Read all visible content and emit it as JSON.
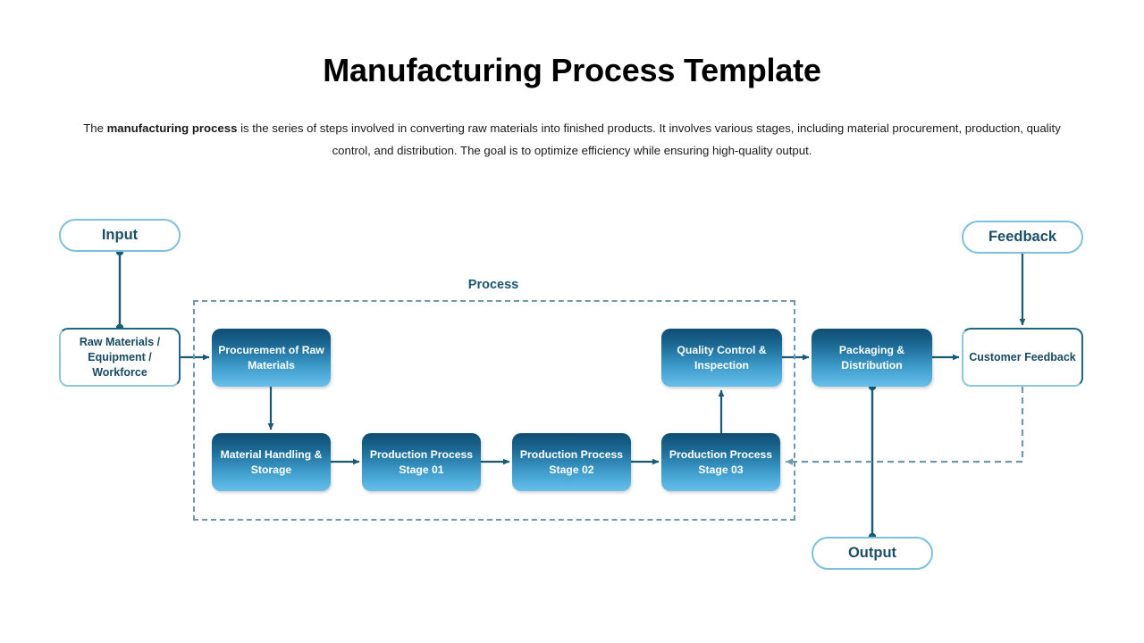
{
  "page": {
    "title": "Manufacturing Process Template",
    "description_prefix": "The ",
    "description_bold": "manufacturing process",
    "description_suffix": " is the series of steps involved in converting raw materials into finished products. It involves various stages, including material procurement, production, quality control, and distribution. The goal is to optimize efficiency while ensuring high-quality output."
  },
  "colors": {
    "title_text": "#000000",
    "body_text": "#1a1a1a",
    "accent_dark": "#17495f",
    "accent_teal": "#1c6885",
    "accent_light_border": "#8fc6dd",
    "pill_border": "#7cc0dd",
    "dashed_container": "#6d98ae",
    "connector": "#1b5a76",
    "feedback_dashed": "#6d98ae",
    "gradient_top": "#0f4d73",
    "gradient_bottom": "#68c0ea"
  },
  "pills": [
    {
      "id": "input",
      "label": "Input"
    },
    {
      "id": "feedback",
      "label": "Feedback"
    },
    {
      "id": "output",
      "label": "Output"
    }
  ],
  "outline_boxes": [
    {
      "id": "raw-materials",
      "label": "Raw Materials / Equipment / Workforce"
    },
    {
      "id": "customer-feedback",
      "label": "Customer Feedback"
    }
  ],
  "process_group": {
    "label": "Process",
    "steps": [
      {
        "id": "procurement",
        "label": "Procurement of Raw Materials"
      },
      {
        "id": "material-handling",
        "label": "Material Handling & Storage"
      },
      {
        "id": "stage-01",
        "label": "Production Process Stage 01"
      },
      {
        "id": "stage-02",
        "label": "Production Process Stage 02"
      },
      {
        "id": "stage-03",
        "label": "Production Process Stage 03"
      },
      {
        "id": "quality-control",
        "label": "Quality Control & Inspection"
      }
    ]
  },
  "downstream": [
    {
      "id": "packaging",
      "label": "Packaging & Distribution"
    }
  ],
  "flow_edges": [
    {
      "from": "input",
      "to": "raw-materials",
      "style": "solid-dot"
    },
    {
      "from": "raw-materials",
      "to": "procurement",
      "style": "solid-arrow"
    },
    {
      "from": "procurement",
      "to": "material-handling",
      "style": "solid-arrow"
    },
    {
      "from": "material-handling",
      "to": "stage-01",
      "style": "solid-arrow"
    },
    {
      "from": "stage-01",
      "to": "stage-02",
      "style": "solid-arrow"
    },
    {
      "from": "stage-02",
      "to": "stage-03",
      "style": "solid-arrow"
    },
    {
      "from": "stage-03",
      "to": "quality-control",
      "style": "solid-arrow"
    },
    {
      "from": "quality-control",
      "to": "packaging",
      "style": "solid-arrow"
    },
    {
      "from": "packaging",
      "to": "customer-feedback",
      "style": "solid-arrow"
    },
    {
      "from": "feedback",
      "to": "customer-feedback",
      "style": "solid-arrow"
    },
    {
      "from": "packaging",
      "to": "output",
      "style": "solid-dot"
    },
    {
      "from": "customer-feedback",
      "to": "stage-03",
      "style": "dashed-arrow"
    }
  ]
}
